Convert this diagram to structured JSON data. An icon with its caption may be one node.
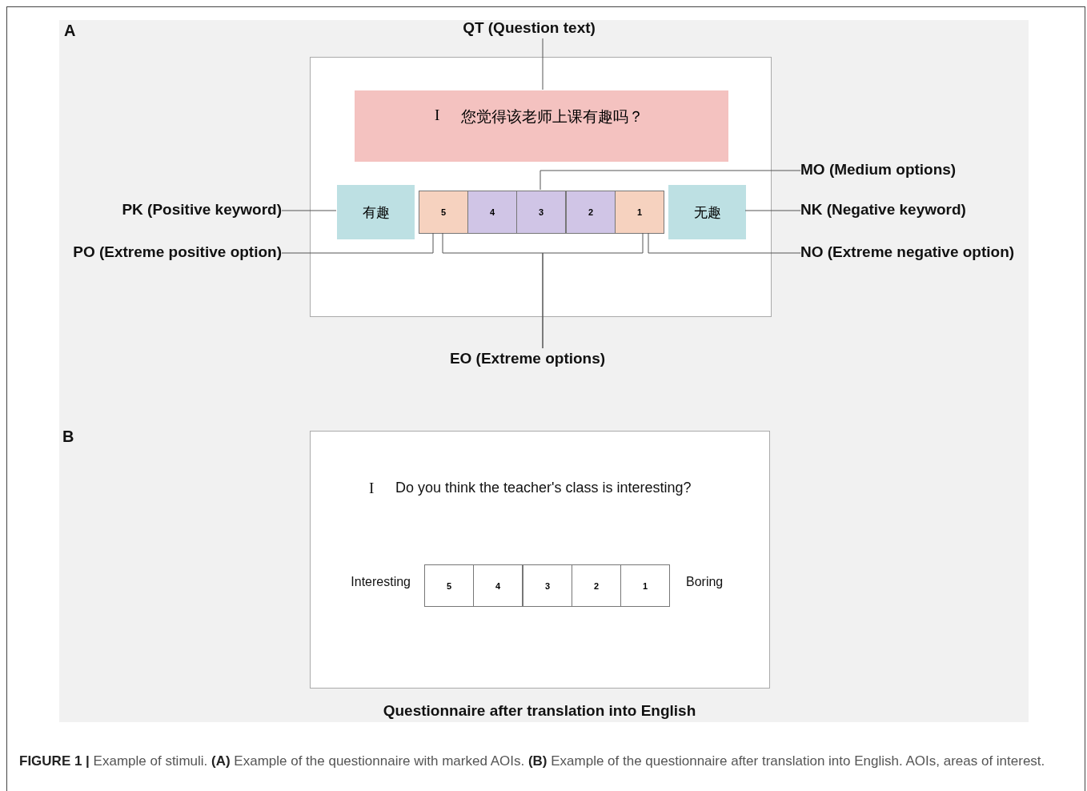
{
  "diagram": {
    "caption": "**FIGURE 1 |** Example of stimuli. **(A)** Example of the questionnaire with marked AOIs. **(B)** Example of the questionnaire after translation into English. AOIs, areas of interest.",
    "nodes": [
      {
        "text": [
          "QT (Question text)"
        ]
      },
      {
        "text": [],
        "shape": "box"
      },
      {
        "text": [
          "I",
          "您觉得该老师上课有趣吗？"
        ],
        "in": 1
      },
      {
        "text": [
          "MO (Medium options)"
        ]
      },
      {
        "text": [
          "PK (Positive keyword)"
        ]
      },
      {
        "text": [
          "有趣"
        ],
        "in": 1
      },
      {
        "text": [
          "5"
        ],
        "in": 1
      },
      {
        "text": [
          "4"
        ],
        "in": 1
      },
      {
        "text": [
          "3"
        ],
        "in": 1
      },
      {
        "text": [
          "2"
        ],
        "in": 1
      },
      {
        "text": [
          "1"
        ],
        "in": 1
      },
      {
        "text": [
          "无趣"
        ],
        "in": 1
      },
      {
        "text": [
          "NK (Negative keyword)"
        ]
      },
      {
        "text": [
          "PO (Extreme positive option)"
        ]
      },
      {
        "text": [
          "NO (Extreme negative option)"
        ]
      },
      {
        "text": [
          "EO (Extreme options)"
        ]
      },
      {
        "text": [],
        "shape": "box"
      },
      {
        "text": [
          "5"
        ],
        "in": 16
      },
      {
        "text": [
          "4"
        ],
        "in": 16
      },
      {
        "text": [
          "3"
        ],
        "in": 16
      },
      {
        "text": [
          "2"
        ],
        "in": 16
      },
      {
        "text": [
          "1"
        ],
        "in": 16
      }
    ],
    "edges": [
      {
        "from": 0,
        "to": 2,
        "arrow": "none"
      },
      {
        "from": 3,
        "to": 8,
        "arrow": "none"
      },
      {
        "from": 4,
        "to": 5,
        "arrow": "none"
      },
      {
        "from": 12,
        "to": 11,
        "arrow": "none"
      },
      {
        "from": 13,
        "to": 6,
        "arrow": "none"
      },
      {
        "from": 14,
        "to": 10,
        "arrow": "none"
      },
      {
        "from": 15,
        "to": 6,
        "arrow": "none"
      },
      {
        "from": 15,
        "to": 10,
        "arrow": "none"
      }
    ],
    "labels": [
      "A",
      "B",
      "I",
      "Do you think the teacher's class is interesting?",
      "Interesting",
      "Boring",
      "Questionnaire after translation into English"
    ]
  }
}
